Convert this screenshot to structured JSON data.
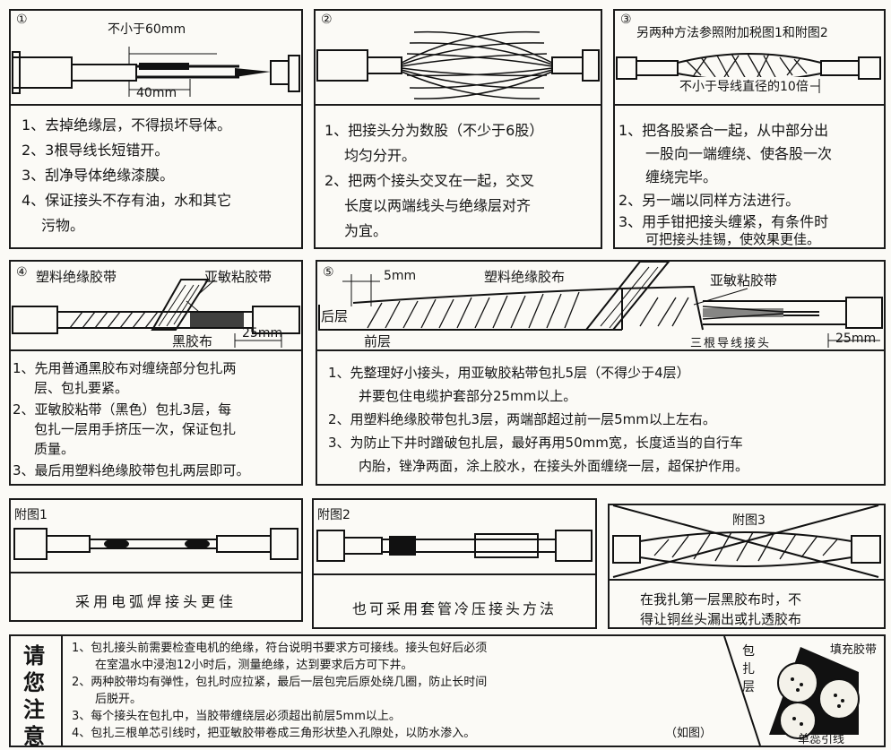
{
  "panel1": {
    "num": "①",
    "dim_top": "不小于60mm",
    "dim_bottom": "40mm",
    "steps": [
      "1、去掉绝缘层，不得损坏导体。",
      "2、3根导线长短错开。",
      "3、刮净导体绝缘漆膜。",
      "4、保证接头不存有油，水和其它",
      "污物。"
    ]
  },
  "panel2": {
    "num": "②",
    "steps": [
      "1、把接头分为数股（不少于6股）",
      "均匀分开。",
      "2、把两个接头交叉在一起，交叉",
      "长度以两端线头与绝缘层对齐",
      "为宜。"
    ]
  },
  "panel3": {
    "num": "③",
    "title": "另两种方法参照附加税图1和附图2",
    "dim": "不小于导线直径的10倍",
    "steps": [
      "1、把各股紧合一起，从中部分出",
      "一股向一端缠绕、使各股一次",
      "缠绕完毕。",
      "2、另一端以同样方法进行。",
      "3、用手钳把接头缠紧，有条件时",
      "可把接头挂锡，使效果更佳。"
    ]
  },
  "panel4": {
    "num": "④",
    "label_plastic": "塑料绝缘胶带",
    "label_asahi": "亚敏粘胶带",
    "label_black": "黑胶布",
    "dim": "25mm",
    "steps": [
      "1、先用普通黑胶布对缠绕部分包扎两",
      "层、包扎要紧。",
      "2、亚敏胶粘带（黑色）包扎3层，每",
      "包扎一层用手挤压一次，保证包扎",
      "质量。",
      "3、最后用塑料绝缘胶带包扎两层即可。"
    ]
  },
  "panel5": {
    "num": "⑤",
    "dim_5": "5mm",
    "label_plastic": "塑料绝缘胶布",
    "label_asahi": "亚敏粘胶带",
    "label_back": "后层",
    "label_front": "前层",
    "label_three": "三根导线接头",
    "dim_25": "25mm",
    "steps": [
      "1、先整理好小接头，用亚敏胶粘带包扎5层（不得少于4层）",
      "并要包住电缆护套部分25mm以上。",
      "2、用塑料绝缘胶带包扎3层，两端部超过前一层5mm以上左右。",
      "3、为防止下井时蹭破包扎层，最好再用50mm宽，长度适当的自行车",
      "内胎，锉净两面，涂上胶水，在接头外面缠绕一层，超保护作用。"
    ]
  },
  "app1": {
    "title": "附图1",
    "caption": "采用电弧焊接头更佳"
  },
  "app2": {
    "title": "附图2",
    "caption": "也可采用套管冷压接头方法"
  },
  "app3": {
    "title": "附图3",
    "caption_lines": [
      "在我扎第一层黑胶布时，不",
      "得让铜丝头漏出或扎透胶布"
    ]
  },
  "notice": {
    "heading": [
      "请",
      "您",
      "注",
      "意"
    ],
    "lines": [
      "1、包扎接头前需要检查电机的绝缘，符台说明书要求方可接线。接头包好后必须",
      "在室温水中浸泡12小时后，测量绝缘，达到要求后方可下井。",
      "2、两种胶带均有弹性，包扎时应拉紧，最后一层包完后原处绕几圈，防止长时间",
      "后脱开。",
      "3、每个接头在包扎中，当胶带缠绕层必须超出前层5mm以上。",
      "4、包扎三根单芯引线时，把亚敏胶带卷成三角形状垫入孔隙处，以防水渗入。"
    ],
    "see_figure": "（如图）",
    "label_wrap": [
      "包",
      "扎",
      "层"
    ],
    "label_filler": "填充胶带",
    "label_core": "单蕊引线"
  }
}
